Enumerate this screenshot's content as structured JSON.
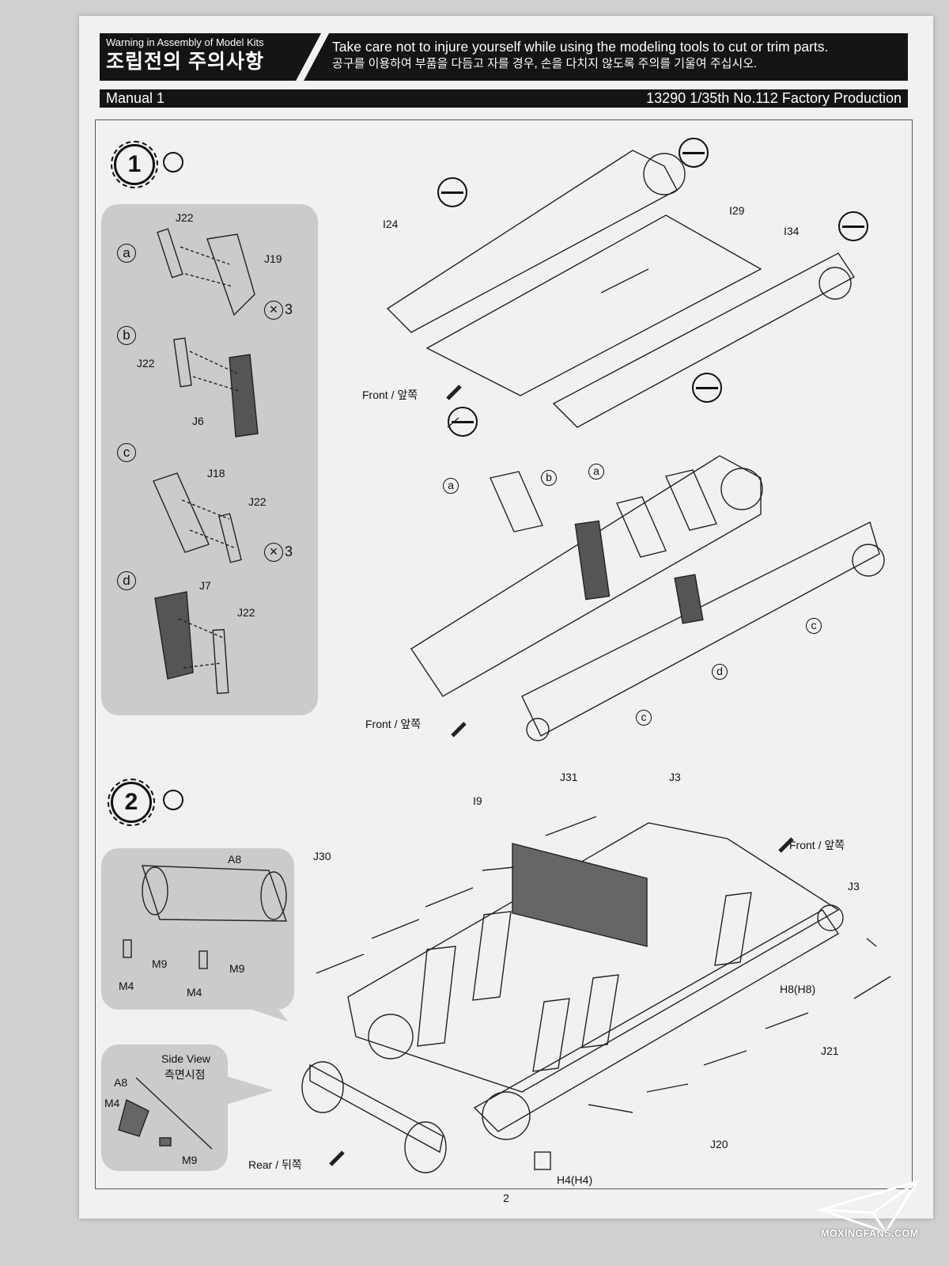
{
  "header": {
    "warning_en": "Warning in Assembly of Model Kits",
    "warning_ko": "조립전의 주의사항",
    "caution_en": "Take care not to injure yourself while using the modeling tools to cut or trim parts.",
    "caution_ko": "공구를 이용하여 부품을 다듬고 자를 경우, 손을 다치지 않도록 주의를 기울여 주십시오.",
    "manual": "Manual 1",
    "product": "13290  1/35th  No.112 Factory Production"
  },
  "step1": {
    "number": "1",
    "sub_a": {
      "letter": "a",
      "parts": [
        "J22",
        "J19"
      ],
      "qty": "3"
    },
    "sub_b": {
      "letter": "b",
      "parts": [
        "J22",
        "J6"
      ]
    },
    "sub_c": {
      "letter": "c",
      "parts": [
        "J18",
        "J22"
      ],
      "qty": "3"
    },
    "sub_d": {
      "letter": "d",
      "parts": [
        "J7",
        "J22"
      ]
    },
    "top_labels": {
      "i24": "I24",
      "i29": "I29",
      "i34": "I34"
    },
    "front_1": "Front / 앞쪽",
    "front_2": "Front / 앞쪽",
    "callouts": [
      "a",
      "b",
      "a",
      "c",
      "d",
      "c"
    ]
  },
  "step2": {
    "number": "2",
    "panel_labels": {
      "a8": "A8",
      "m9_1": "M9",
      "m9_2": "M9",
      "m4_1": "M4",
      "m4_2": "M4"
    },
    "side_view": {
      "title_en": "Side View",
      "title_ko": "측면시점",
      "a8": "A8",
      "m4": "M4",
      "m9": "M9"
    },
    "labels": {
      "j31": "J31",
      "j3a": "J3",
      "i9": "I9",
      "j30": "J30",
      "j3b": "J3",
      "h8": "H8(H8)",
      "j21": "J21",
      "j20": "J20",
      "h4": "H4(H4)"
    },
    "front": "Front / 앞쪽",
    "rear": "Rear / 뒤쪽"
  },
  "footer": {
    "page": "2",
    "watermark": "MOXINGFANS.COM"
  }
}
